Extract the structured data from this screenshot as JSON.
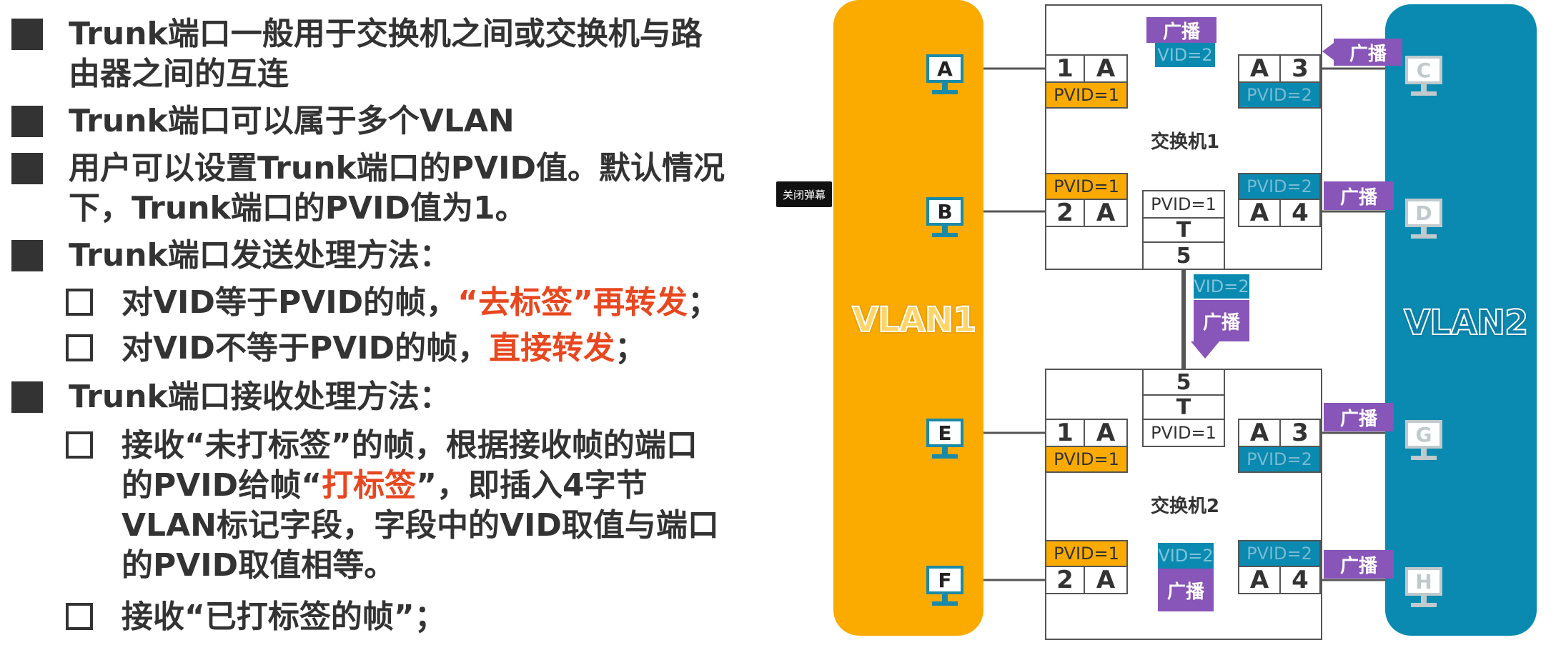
{
  "bullets": {
    "b1_line1": "Trunk端口一般用于交换机之间或交换机与路",
    "b1_line2": "由器之间的互连",
    "b2": "Trunk端口可以属于多个VLAN",
    "b3_line1": "用户可以设置Trunk端口的PVID值。默认情况",
    "b3_line2": "下，Trunk端口的PVID值为1。",
    "b4": "Trunk端口发送处理方法：",
    "b4_s1_pre": "对VID等于PVID的帧，",
    "b4_s1_hl": "“去标签”再转发",
    "b4_s1_post": "；",
    "b4_s2_pre": "对VID不等于PVID的帧，",
    "b4_s2_hl": "直接转发",
    "b4_s2_post": "；",
    "b5": "Trunk端口接收处理方法：",
    "b5_s1_line1": "接收“未打标签”的帧，根据接收帧的端口",
    "b5_s1_line2_pre": "的PVID给帧“",
    "b5_s1_line2_hl": "打标签",
    "b5_s1_line2_post": "”，即插入4字节",
    "b5_s1_line3": "VLAN标记字段，字段中的VID取值与端口",
    "b5_s1_line4": "的PVID取值相等。",
    "b5_s2": "接收“已打标签的帧”；"
  },
  "popup": {
    "close_label": "关闭弹幕"
  },
  "diagram": {
    "vlan1": "VLAN1",
    "vlan2": "VLAN2",
    "switch1_name": "交换机1",
    "switch2_name": "交换机2",
    "hosts": {
      "a": "A",
      "b": "B",
      "c": "C",
      "d": "D",
      "e": "E",
      "f": "F",
      "g": "G",
      "h": "H"
    },
    "port_num": {
      "p1": "1",
      "p2": "2",
      "p3": "3",
      "p4": "4",
      "p5": "5"
    },
    "access_mode": "A",
    "trunk_mode": "T",
    "pvid1": "PVID=1",
    "pvid2": "PVID=2",
    "vid2": "VID=2",
    "broadcast": "广播"
  },
  "colors": {
    "vlan1": "#fbab00",
    "vlan2": "#0a8ab0",
    "broadcast": "#8855b8",
    "highlight": "#e8471f"
  }
}
